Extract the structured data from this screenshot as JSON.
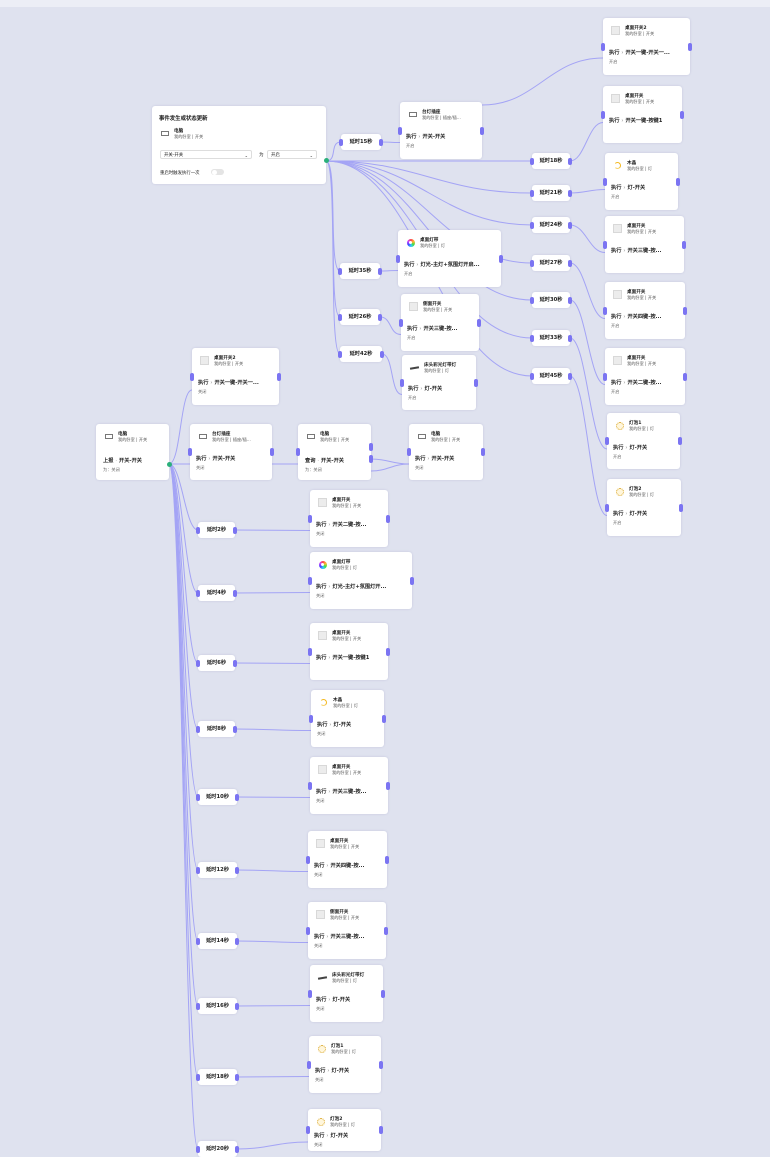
{
  "trigger_card": {
    "title": "事件发生或状态更新",
    "device_name": "电脑",
    "device_room": "我的卧室 | 开关",
    "select_1": "开关-开关",
    "is_label": "为",
    "select_2": "开启",
    "option_label": "重启时触发执行一次"
  },
  "left_trigger": {
    "name": "电脑",
    "room": "我的卧室 | 开关",
    "action": "上报",
    "action_value": "开关-开关",
    "sub": "为：关闭"
  },
  "condition_card": {
    "name": "电脑",
    "room": "我的卧室 | 开关",
    "action": "查询",
    "action_value": "开关-开关",
    "sub": "为：关闭"
  },
  "action_verb": "执行",
  "top_cards": [
    {
      "name": "台灯插座",
      "room": "我的卧室 | 插座/插...",
      "action": "开关-开关",
      "sub": "开启",
      "icon": "plug"
    },
    {
      "name": "桌面灯带",
      "room": "我的卧室 | 灯",
      "action": "灯光-主灯+氛围灯开启...",
      "sub": "开启",
      "icon": "ring"
    },
    {
      "name": "侧面开关",
      "room": "我的卧室 | 开关",
      "action": "开关三键-按...",
      "sub": "开启",
      "icon": "switch"
    },
    {
      "name": "床头彩光灯带灯",
      "room": "我的卧室 | 灯",
      "action": "灯-开关",
      "sub": "开启",
      "icon": "strip"
    }
  ],
  "right_cards": [
    {
      "name": "桌面开关2",
      "room": "我的卧室 | 开关",
      "action": "开关一键-开关一...",
      "sub": "开启",
      "icon": "switch"
    },
    {
      "name": "桌面开关",
      "room": "我的卧室 | 开关",
      "action": "开关一键-按键1",
      "sub": "",
      "icon": "switch"
    },
    {
      "name": "木晶",
      "room": "我的卧室 | 灯",
      "action": "灯-开关",
      "sub": "开启",
      "icon": "moon"
    },
    {
      "name": "桌面开关",
      "room": "我的卧室 | 开关",
      "action": "开关三键-按...",
      "sub": "",
      "icon": "switch"
    },
    {
      "name": "桌面开关",
      "room": "我的卧室 | 开关",
      "action": "开关四键-按...",
      "sub": "开启",
      "icon": "switch"
    },
    {
      "name": "桌面开关",
      "room": "我的卧室 | 开关",
      "action": "开关二键-按...",
      "sub": "开启",
      "icon": "switch"
    },
    {
      "name": "灯泡1",
      "room": "我的卧室 | 灯",
      "action": "灯-开关",
      "sub": "开启",
      "icon": "bulb"
    },
    {
      "name": "灯泡2",
      "room": "我的卧室 | 灯",
      "action": "灯-开关",
      "sub": "开启",
      "icon": "bulb"
    }
  ],
  "top_delays": [
    "延时15秒",
    "延时35秒",
    "延时26秒",
    "延时42秒"
  ],
  "right_delays": [
    "延时18秒",
    "延时21秒",
    "延时24秒",
    "延时27秒",
    "延时30秒",
    "延时33秒",
    "延时45秒"
  ],
  "mid_cards": [
    {
      "name": "桌面开关2",
      "room": "我的卧室 | 开关",
      "action": "开关一键-开关一...",
      "sub": "关闭",
      "icon": "switch"
    },
    {
      "name": "台灯插座",
      "room": "我的卧室 | 插座/插...",
      "action": "开关-开关",
      "sub": "关闭",
      "icon": "plug"
    },
    {
      "name": "电脑",
      "room": "我的卧室 | 开关",
      "action": "开关-开关",
      "sub": "关闭",
      "icon": "plug"
    }
  ],
  "left_delays": [
    "延时2秒",
    "延时4秒",
    "延时6秒",
    "延时8秒",
    "延时10秒",
    "延时12秒",
    "延时14秒",
    "延时16秒",
    "延时18秒",
    "延时20秒"
  ],
  "left_cards": [
    {
      "name": "桌面开关",
      "room": "我的卧室 | 开关",
      "action": "开关二键-按...",
      "sub": "关闭",
      "icon": "switch"
    },
    {
      "name": "桌面灯带",
      "room": "我的卧室 | 灯",
      "action": "灯光-主灯+氛围灯开...",
      "sub": "关闭",
      "icon": "ring"
    },
    {
      "name": "桌面开关",
      "room": "我的卧室 | 开关",
      "action": "开关一键-按键1",
      "sub": "",
      "icon": "switch"
    },
    {
      "name": "木晶",
      "room": "我的卧室 | 灯",
      "action": "灯-开关",
      "sub": "关闭",
      "icon": "moon"
    },
    {
      "name": "桌面开关",
      "room": "我的卧室 | 开关",
      "action": "开关三键-按...",
      "sub": "关闭",
      "icon": "switch"
    },
    {
      "name": "桌面开关",
      "room": "我的卧室 | 开关",
      "action": "开关四键-按...",
      "sub": "关闭",
      "icon": "switch"
    },
    {
      "name": "侧面开关",
      "room": "我的卧室 | 开关",
      "action": "开关三键-按...",
      "sub": "关闭",
      "icon": "switch"
    },
    {
      "name": "床头彩光灯带灯",
      "room": "我的卧室 | 灯",
      "action": "灯-开关",
      "sub": "关闭",
      "icon": "strip"
    },
    {
      "name": "灯泡1",
      "room": "我的卧室 | 灯",
      "action": "灯-开关",
      "sub": "关闭",
      "icon": "bulb"
    },
    {
      "name": "灯泡2",
      "room": "我的卧室 | 灯",
      "action": "灯-开关",
      "sub": "关闭",
      "icon": "bulb"
    }
  ],
  "colors": {
    "edge": "#a4a4f5",
    "handle": "#7b74f2",
    "background": "#dfe2ef"
  }
}
